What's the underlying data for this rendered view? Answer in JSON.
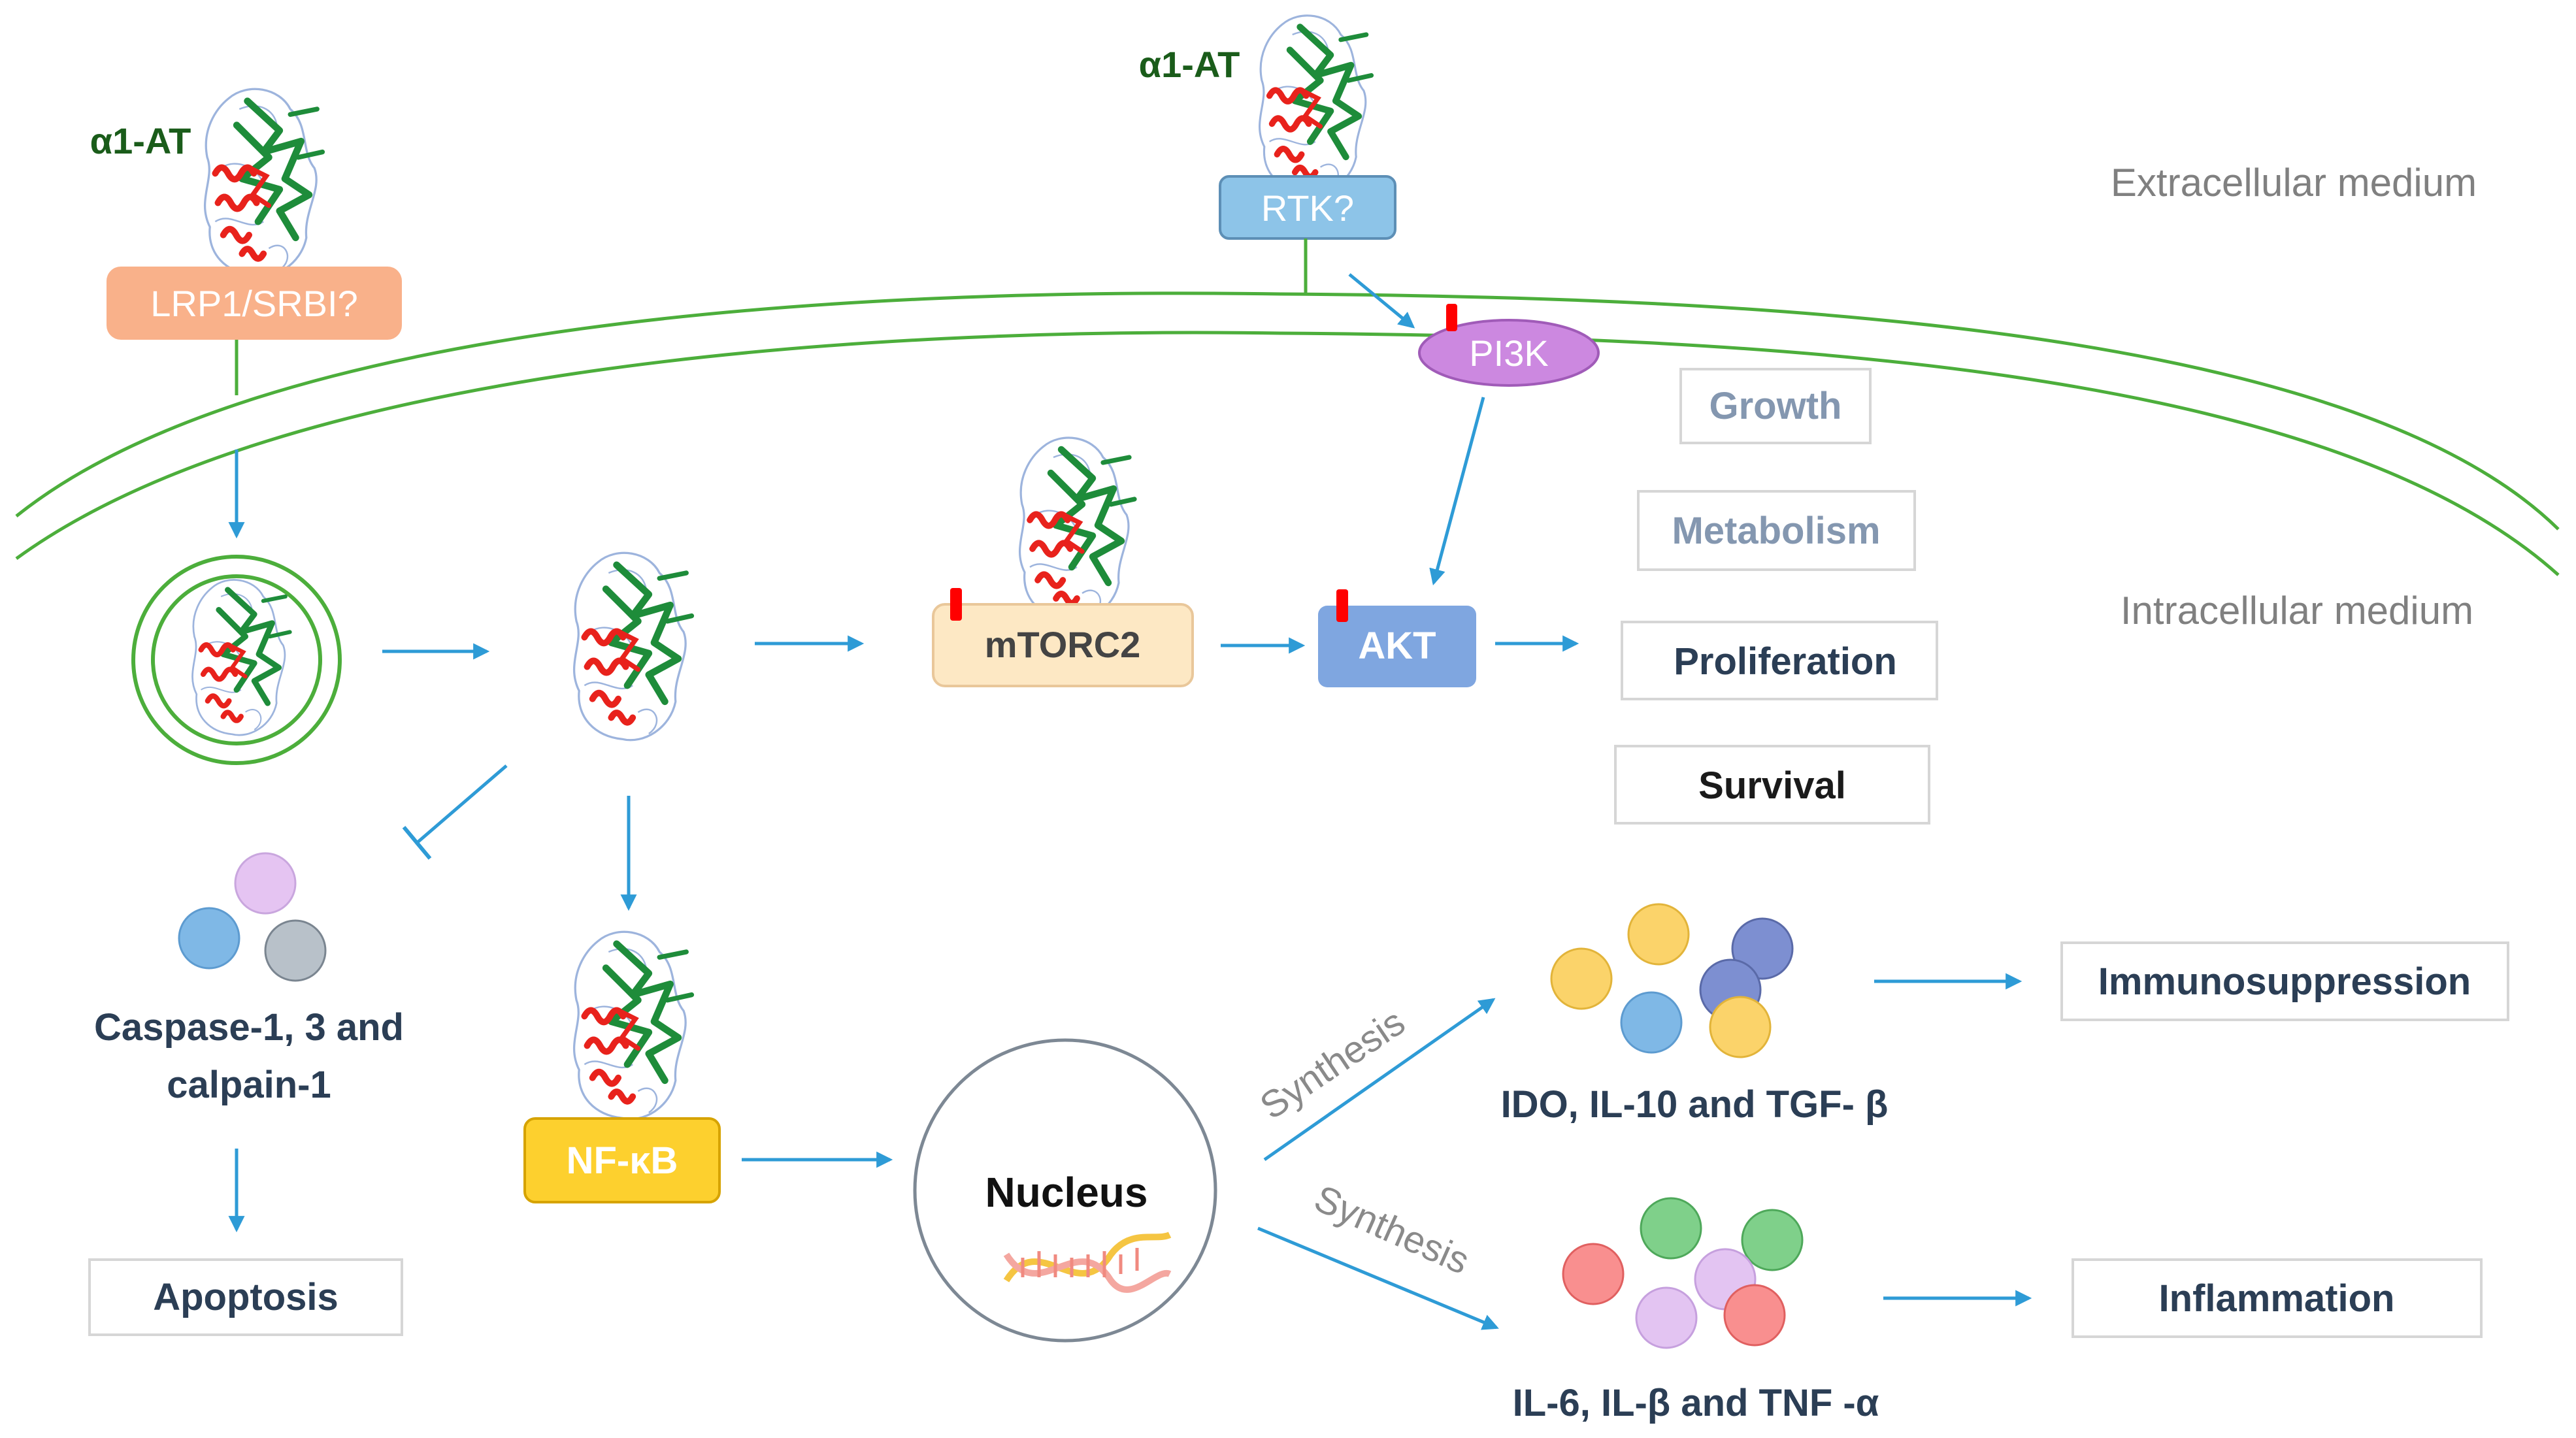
{
  "regions": {
    "extracellular": "Extracellular medium",
    "intracellular": "Intracellular medium"
  },
  "ligands": {
    "left": "α1-AT",
    "top": "α1-AT"
  },
  "receptors": {
    "lrp1": "LRP1/SRBI?",
    "rtk": "RTK?",
    "pi3k": "PI3K",
    "mtorc2": "mTORC2",
    "akt": "AKT",
    "nfkb": "NF-κB"
  },
  "outcomes": {
    "growth": "Growth",
    "metabolism": "Metabolism",
    "proliferation": "Proliferation",
    "survival": "Survival",
    "apoptosis": "Apoptosis",
    "immunosuppression": "Immunosuppression",
    "inflammation": "Inflammation"
  },
  "labels": {
    "caspase_line1": "Caspase-1, 3 and",
    "caspase_line2": "calpain-1",
    "nucleus": "Nucleus",
    "synthesis_top": "Synthesis",
    "synthesis_bottom": "Synthesis",
    "anti_inflammatory": "IDO, IL-10 and TGF- β",
    "pro_inflammatory": "IL-6, IL-β and TNF -α"
  },
  "colors": {
    "arrow": "#2e9bd6",
    "membrane": "#4cae3b",
    "lrp1": "#f9b18a",
    "rtk": "#8dc4e8",
    "pi3k": "#cc88e0",
    "mtorc2": "#fde8c4",
    "akt": "#7fa6e0",
    "nfkb": "#fdd02e",
    "inhibition_mark": "#ff0000",
    "protein_green": "#1e8c3a",
    "protein_red": "#e8221c",
    "protein_outline": "#9db4dd"
  }
}
